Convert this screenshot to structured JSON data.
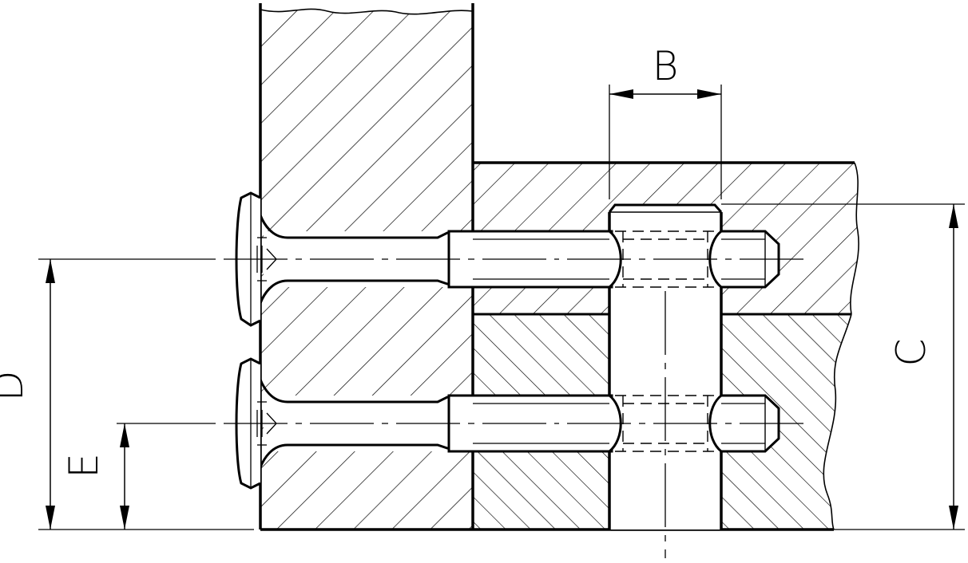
{
  "labels": {
    "B": "B",
    "C": "C",
    "D": "D",
    "E": "E"
  },
  "colors": {
    "line": "#000000",
    "background": "#ffffff"
  }
}
